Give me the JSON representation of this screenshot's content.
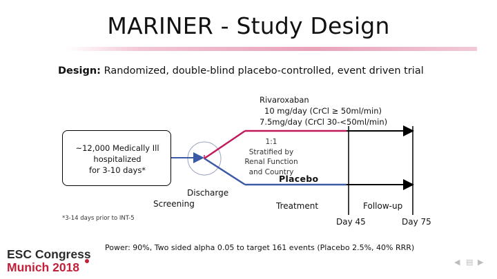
{
  "slide": {
    "title": "MARINER - Study Design",
    "design_label": "Design:",
    "design_text": " Randomized, double-blind placebo-controlled, event driven trial"
  },
  "arms": {
    "rivaroxaban": {
      "name": "Rivaroxaban",
      "dose_high": "10 mg/day (CrCl ≥ 50ml/min)",
      "dose_low": "7.5mg/day (CrCl 30-<50ml/min)"
    },
    "placebo": {
      "name": "Placebo"
    }
  },
  "randomization": {
    "ratio": "1:1",
    "line2": "Stratified by",
    "line3": "Renal Function",
    "line4": "and Country"
  },
  "population": {
    "line1": "~12,000 Medically Ill",
    "line2": "hospitalized",
    "line3": "for 3-10 days*"
  },
  "timeline": {
    "screening": "Screening",
    "discharge": "Discharge",
    "treatment": "Treatment",
    "followup": "Follow-up",
    "day45": "Day 45",
    "day75": "Day 75"
  },
  "footnote": "*3-14 days prior to INT-5",
  "power": "Power: 90%, Two sided alpha 0.05 to target 161 events (Placebo 2.5%, 40% RRR)",
  "logo": {
    "line1": "ESC Congress",
    "line2": "Munich 2018"
  },
  "colors": {
    "accent": "#c2185b",
    "arrow": "#3b5aa6",
    "logo_red": "#c21f3a"
  },
  "icons": {
    "corner": "nav-icons"
  }
}
